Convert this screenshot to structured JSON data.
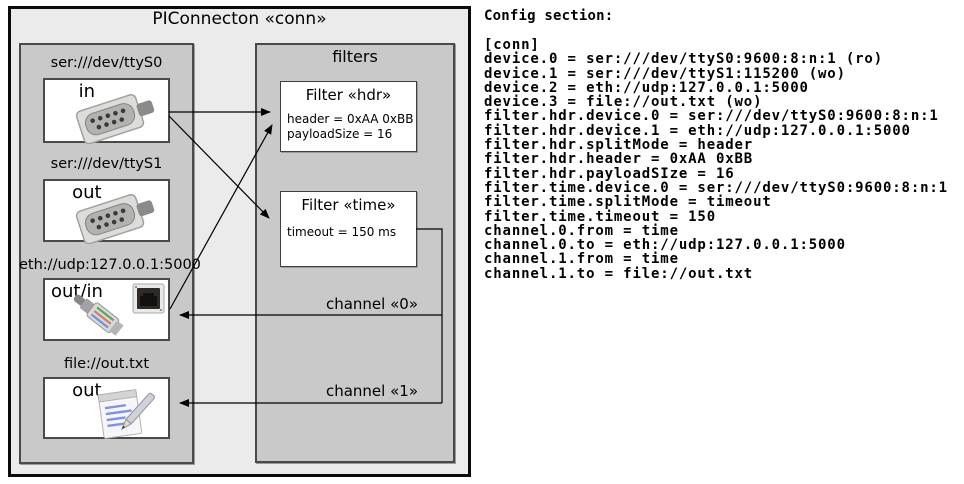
{
  "diagram": {
    "title": "PIConnecton «conn»",
    "filters_title": "filters",
    "devices": [
      {
        "label": "ser:///dev/ttyS0",
        "direction": "in",
        "icon": "serial-connector-icon"
      },
      {
        "label": "ser:///dev/ttyS1",
        "direction": "out",
        "icon": "serial-connector-icon"
      },
      {
        "label": "eth://udp:127.0.0.1:5000",
        "direction": "out/in",
        "icon": "ethernet-icon"
      },
      {
        "label": "file://out.txt",
        "direction": "out",
        "icon": "notepad-icon"
      }
    ],
    "filters": [
      {
        "title": "Filter «hdr»",
        "attributes": [
          "header = 0xAA 0xBB",
          "payloadSize = 16"
        ]
      },
      {
        "title": "Filter «time»",
        "attributes": [
          "timeout = 150 ms"
        ]
      }
    ],
    "channels": [
      {
        "label": "channel «0»"
      },
      {
        "label": "channel «1»"
      }
    ],
    "colors": {
      "outer_fill": "#ebebeb",
      "group_fill": "#c9c9c9",
      "box_fill": "#ffffff",
      "line": "#000000"
    }
  },
  "config": {
    "heading": "Config section:",
    "lines": [
      "[conn]",
      "device.0 = ser:///dev/ttyS0:9600:8:n:1 (ro)",
      "device.1 = ser:///dev/ttyS1:115200 (wo)",
      "device.2 = eth://udp:127.0.0.1:5000",
      "device.3 = file://out.txt (wo)",
      "filter.hdr.device.0 = ser:///dev/ttyS0:9600:8:n:1",
      "filter.hdr.device.1 = eth://udp:127.0.0.1:5000",
      "filter.hdr.splitMode = header",
      "filter.hdr.header = 0xAA 0xBB",
      "filter.hdr.payloadSIze = 16",
      "filter.time.device.0 = ser:///dev/ttyS0:9600:8:n:1",
      "filter.time.splitMode = timeout",
      "filter.time.timeout = 150",
      "channel.0.from = time",
      "channel.0.to = eth://udp:127.0.0.1:5000",
      "channel.1.from = time",
      "channel.1.to = file://out.txt"
    ]
  }
}
